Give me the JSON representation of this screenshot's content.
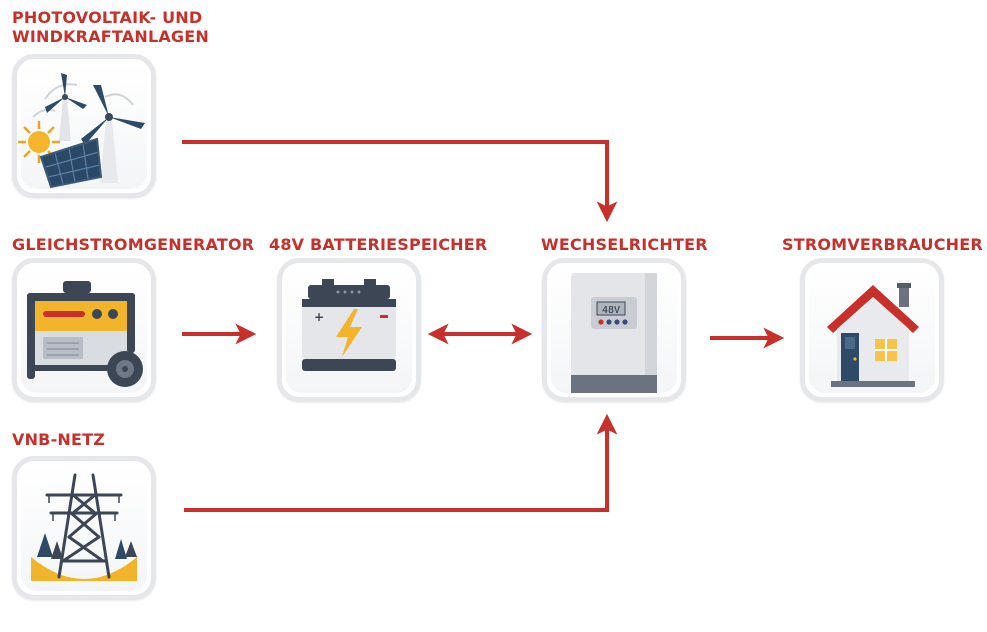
{
  "nodes": {
    "pv_wind": {
      "label_line1": "PHOTOVOLTAIK- UND",
      "label_line2": "WINDKRAFTANLAGEN",
      "icon": "solar-wind-icon"
    },
    "dc_generator": {
      "label": "GLEICHSTROMGENERATOR",
      "icon": "generator-icon"
    },
    "battery": {
      "label": "48V BATTERIESPEICHER",
      "icon": "battery-icon"
    },
    "inverter": {
      "label": "WECHSELRICHTER",
      "icon": "inverter-icon",
      "display": "48V"
    },
    "consumer": {
      "label": "STROMVERBRAUCHER",
      "icon": "house-icon"
    },
    "grid": {
      "label": "VNB-NETZ",
      "icon": "power-pylon-icon"
    }
  },
  "edges": [
    {
      "from": "PHOTOVOLTAIK- UND WINDKRAFTANLAGEN",
      "to": "WECHSELRICHTER",
      "direction": "forward"
    },
    {
      "from": "GLEICHSTROMGENERATOR",
      "to": "48V BATTERIESPEICHER",
      "direction": "forward"
    },
    {
      "from": "48V BATTERIESPEICHER",
      "to": "WECHSELRICHTER",
      "direction": "bidirectional"
    },
    {
      "from": "WECHSELRICHTER",
      "to": "STROMVERBRAUCHER",
      "direction": "forward"
    },
    {
      "from": "VNB-NETZ",
      "to": "WECHSELRICHTER",
      "direction": "forward"
    }
  ],
  "colors": {
    "accent": "#c8302c",
    "tile_border": "#e6e7ea"
  }
}
